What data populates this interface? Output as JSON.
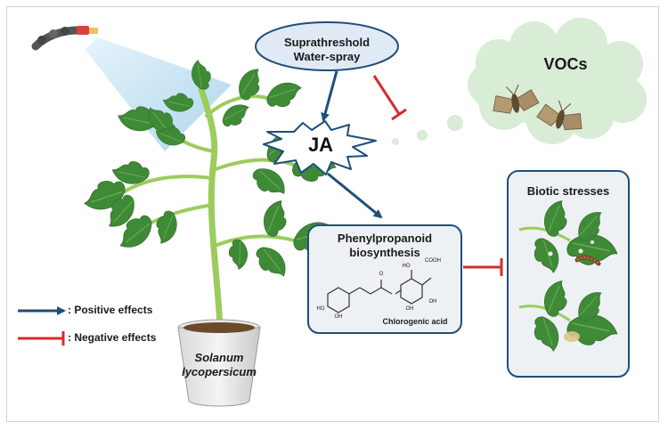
{
  "nodes": {
    "spray": {
      "line1": "Suprathreshold",
      "line2": "Water-spray"
    },
    "ja": {
      "label": "JA"
    },
    "vocs": {
      "label": "VOCs"
    },
    "pathway": {
      "line1": "Phenylpropanoid",
      "line2": "biosynthesis",
      "compound": "Chlorogenic acid"
    },
    "biotic": {
      "label": "Biotic stresses"
    },
    "plant": {
      "line1": "Solanum",
      "line2": "lycopersicum"
    }
  },
  "legend": {
    "positive": ": Positive effects",
    "negative": ": Negative effects"
  },
  "molecule_atoms": [
    "HO",
    "OH",
    "O",
    "HO",
    "COOH",
    "OH",
    "OH"
  ],
  "colors": {
    "positive": "#1f4e79",
    "negative": "#d62b2b",
    "box_border": "#1f4e79",
    "cloud": "#d9ecd6",
    "leaf": "#3f8a36",
    "stem": "#9ccc5c",
    "spray": "#bfe0f3"
  },
  "icons": [
    "spray-nozzle-icon",
    "moth-icon",
    "leaf-icon",
    "caterpillar-icon",
    "plant-pot-icon"
  ]
}
